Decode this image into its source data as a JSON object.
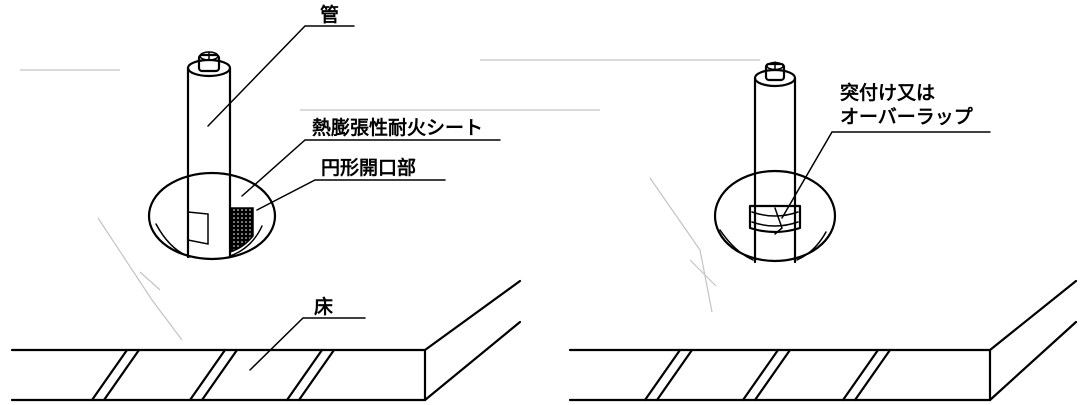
{
  "left_figure": {
    "labels": {
      "pipe": "管",
      "sheet": "熱膨張性耐火シート",
      "opening": "円形開口部",
      "floor": "床"
    }
  },
  "right_figure": {
    "labels": {
      "joint_line1": "突付け又は",
      "joint_line2": "オーバーラップ"
    }
  },
  "colors": {
    "line": "#000000",
    "background": "#ffffff",
    "bleed_through": "#c4c4c4"
  }
}
